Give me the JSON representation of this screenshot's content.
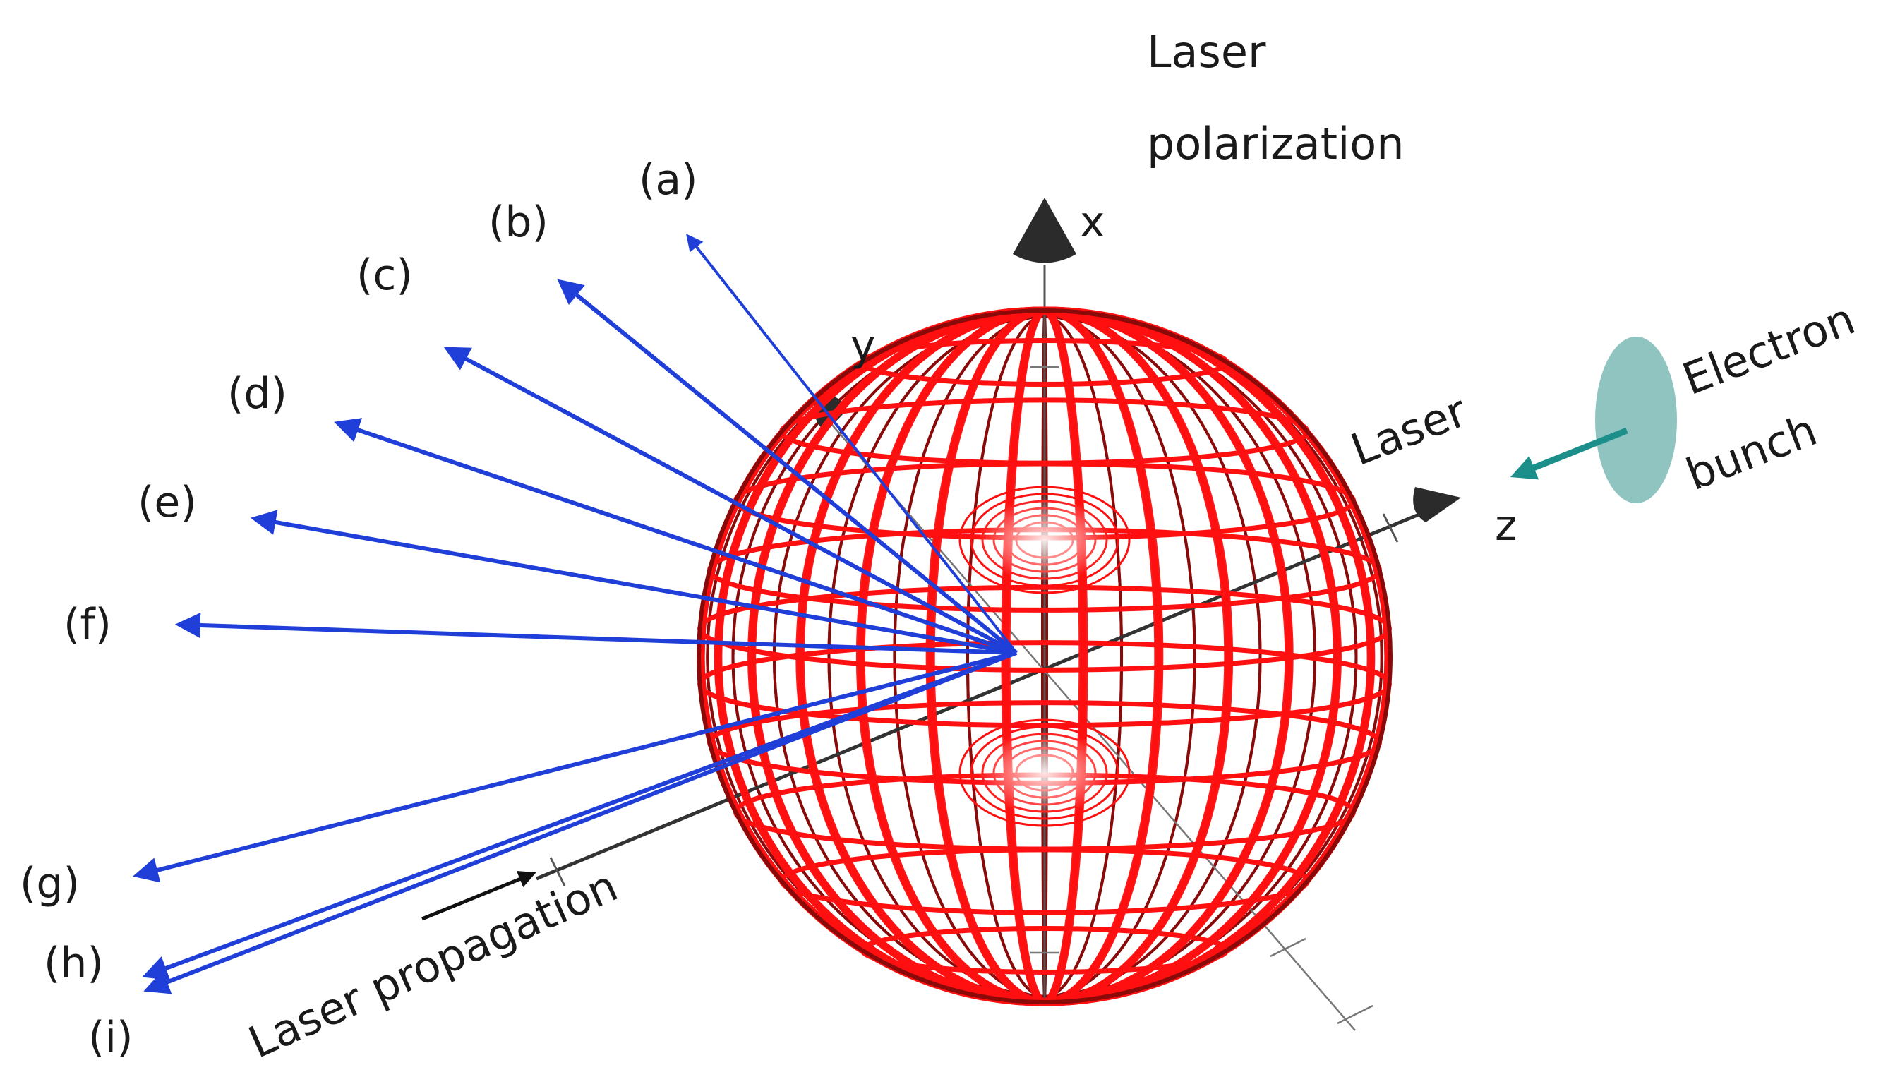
{
  "figure": {
    "labels": {
      "laser_polarization_line1": "Laser",
      "laser_polarization_line2": "polarization",
      "laser_propagation": "Laser propagation",
      "laser_near_z": "Laser",
      "electron_line1": "Electron",
      "electron_line2": "bunch"
    },
    "axes": {
      "x": "x",
      "y": "y",
      "z": "z"
    },
    "emission_arrows": [
      "(a)",
      "(b)",
      "(c)",
      "(d)",
      "(e)",
      "(f)",
      "(g)",
      "(h)",
      "(i)"
    ],
    "colors": {
      "arrow": "#1f3fd8",
      "wireframe_front": "#ff1010",
      "wireframe_back": "#8a0a0a",
      "axis": "#333333",
      "electron_bunch": "#8fc4c0",
      "electron_arrow": "#1d8f8a"
    }
  }
}
